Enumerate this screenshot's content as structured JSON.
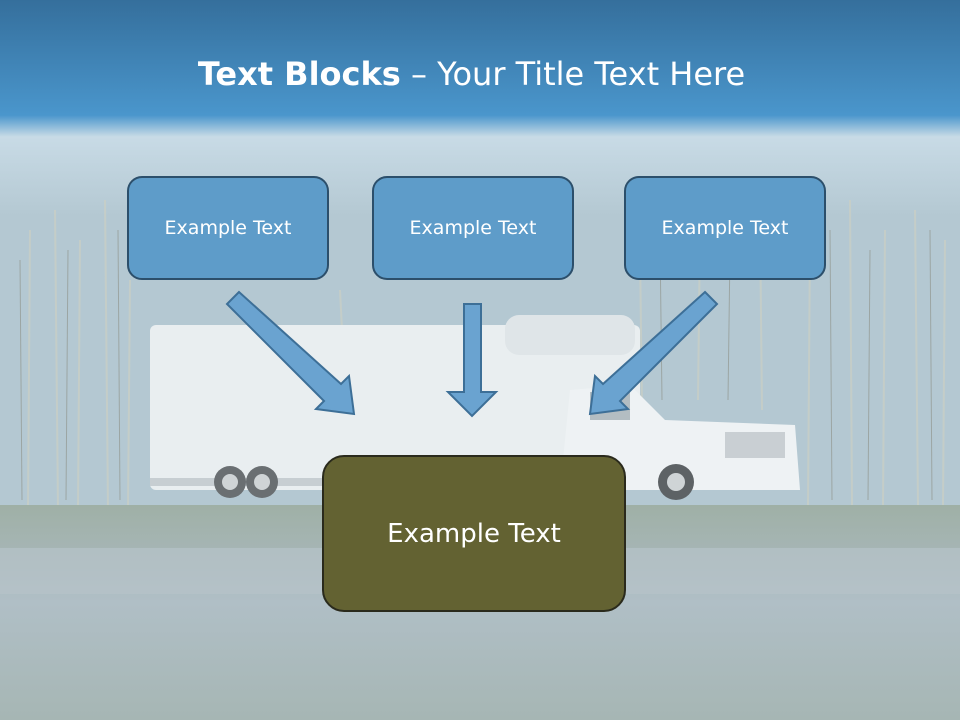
{
  "title": {
    "bold": "Text Blocks",
    "separator": " – ",
    "regular": "Your Title Text Here"
  },
  "blocks": [
    {
      "label": "Example Text"
    },
    {
      "label": "Example Text"
    },
    {
      "label": "Example Text"
    }
  ],
  "main_block": {
    "label": "Example Text"
  },
  "colors": {
    "header_blue": "#4a90c4",
    "block_fill": "#5e9cc9",
    "block_border": "#2c4f6b",
    "main_fill": "#636232",
    "arrow_fill": "#6aa3d0"
  }
}
